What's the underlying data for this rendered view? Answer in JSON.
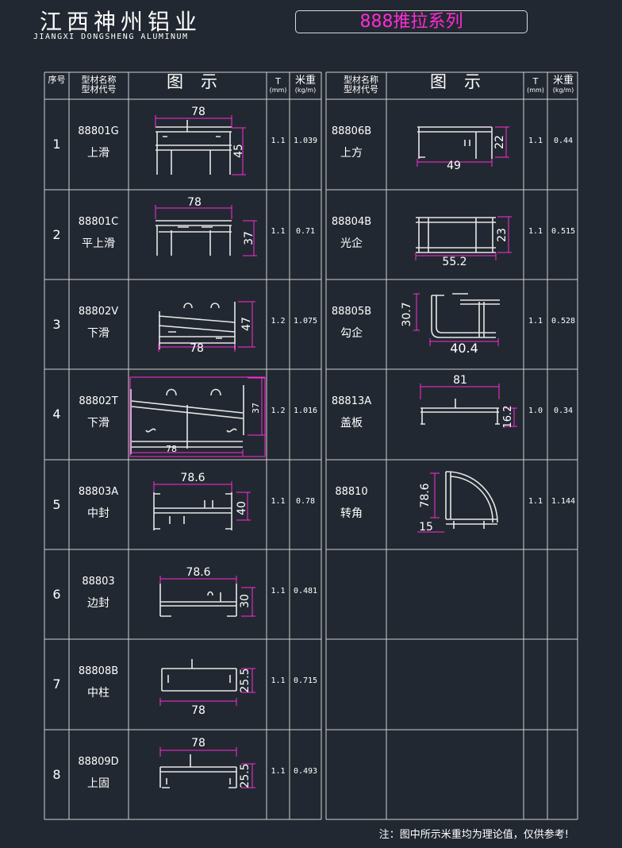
{
  "header": {
    "company_cn": "江西神州铝业",
    "company_en": "JIANGXI DONGSHENG ALUMINUM",
    "series": "888推拉系列"
  },
  "table_headers": {
    "index": "序号",
    "name_line1": "型材名称",
    "name_line2": "型材代号",
    "figure": "图示",
    "t_label": "T",
    "t_unit": "(mm)",
    "w_label": "米重",
    "w_unit": "(kg/m)"
  },
  "left_rows": [
    {
      "no": "1",
      "code": "88801G",
      "name": "上滑",
      "t": "1.1",
      "w": "1.039",
      "dims": [
        "78",
        "45"
      ]
    },
    {
      "no": "2",
      "code": "88801C",
      "name": "平上滑",
      "t": "1.1",
      "w": "0.71",
      "dims": [
        "78",
        "37"
      ]
    },
    {
      "no": "3",
      "code": "88802V",
      "name": "下滑",
      "t": "1.2",
      "w": "1.075",
      "dims": [
        "47",
        "78"
      ]
    },
    {
      "no": "4",
      "code": "88802T",
      "name": "下滑",
      "t": "1.2",
      "w": "1.016",
      "dims": [
        "37",
        "78"
      ]
    },
    {
      "no": "5",
      "code": "88803A",
      "name": "中封",
      "t": "1.1",
      "w": "0.78",
      "dims": [
        "78.6",
        "40"
      ]
    },
    {
      "no": "6",
      "code": "88803",
      "name": "边封",
      "t": "1.1",
      "w": "0.481",
      "dims": [
        "78.6",
        "30"
      ]
    },
    {
      "no": "7",
      "code": "88808B",
      "name": "中柱",
      "t": "1.1",
      "w": "0.715",
      "dims": [
        "25.5",
        "78"
      ]
    },
    {
      "no": "8",
      "code": "88809D",
      "name": "上固",
      "t": "1.1",
      "w": "0.493",
      "dims": [
        "78",
        "25.5"
      ]
    }
  ],
  "right_rows": [
    {
      "code": "88806B",
      "name": "上方",
      "t": "1.1",
      "w": "0.44",
      "dims": [
        "22",
        "49"
      ]
    },
    {
      "code": "88804B",
      "name": "光企",
      "t": "1.1",
      "w": "0.515",
      "dims": [
        "23",
        "55.2"
      ]
    },
    {
      "code": "88805B",
      "name": "勾企",
      "t": "1.1",
      "w": "0.528",
      "dims": [
        "30.7",
        "40.4"
      ]
    },
    {
      "code": "88813A",
      "name": "盖板",
      "t": "1.0",
      "w": "0.34",
      "dims": [
        "81",
        "16.2"
      ]
    },
    {
      "code": "88810",
      "name": "转角",
      "t": "1.1",
      "w": "1.144",
      "dims": [
        "78.6",
        "15"
      ]
    }
  ],
  "footer_note": "注：图中所示米重均为理论值，仅供参考!",
  "colors": {
    "background": "#222831",
    "lines": "#d0d0d0",
    "dimension": "#ff2bd6",
    "text": "#ffffff"
  }
}
